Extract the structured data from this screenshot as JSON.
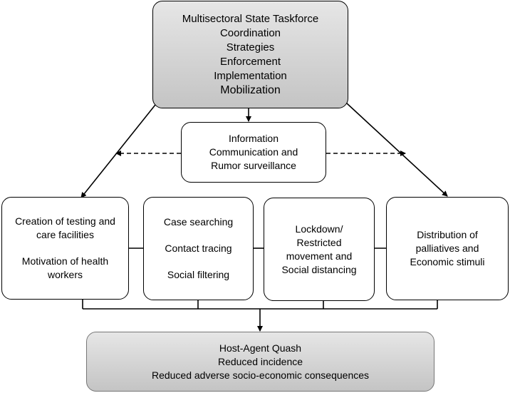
{
  "taskforce": {
    "lines": [
      "Multisectoral State Taskforce",
      "Coordination",
      "Strategies",
      "Enforcement",
      "Implementation",
      "Mobilization"
    ]
  },
  "information": {
    "lines": [
      "Information",
      "Communication and",
      "Rumor surveillance"
    ]
  },
  "boxes": {
    "testing": {
      "lines": [
        "Creation of testing and",
        "care facilities",
        "Motivation of health",
        "workers"
      ]
    },
    "case": {
      "lines": [
        "Case searching",
        "Contact tracing",
        "Social filtering"
      ]
    },
    "lockdown": {
      "lines": [
        "Lockdown/",
        "Restricted",
        "movement and",
        "Social distancing"
      ]
    },
    "distribution": {
      "lines": [
        "Distribution of",
        "palliatives and",
        "Economic stimuli"
      ]
    }
  },
  "outcome": {
    "lines": [
      "Host-Agent Quash",
      "Reduced incidence",
      "Reduced adverse socio-economic consequences"
    ]
  },
  "colors": {
    "stroke": "#000000",
    "grey_top": "#e6e6e6",
    "grey_bottom": "#c4c4c4"
  }
}
